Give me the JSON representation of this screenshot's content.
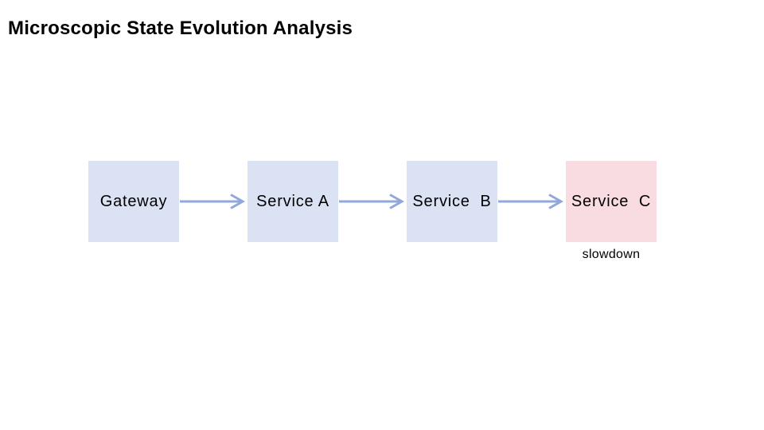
{
  "title": "Microscopic State Evolution Analysis",
  "colors": {
    "background": "#ffffff",
    "node_fill_normal": "#dbe2f4",
    "node_fill_alert": "#f9dce1",
    "arrow": "#92a8dc",
    "text": "#000000"
  },
  "diagram": {
    "nodes": [
      {
        "id": "gateway",
        "label": "Gateway",
        "state": "normal"
      },
      {
        "id": "service-a",
        "label": "Service A",
        "state": "normal"
      },
      {
        "id": "service-b",
        "label": "Service  B",
        "state": "normal"
      },
      {
        "id": "service-c",
        "label": "Service  C",
        "state": "alert",
        "annotation": "slowdown"
      }
    ],
    "edges": [
      {
        "from": "gateway",
        "to": "service-a"
      },
      {
        "from": "service-a",
        "to": "service-b"
      },
      {
        "from": "service-b",
        "to": "service-c"
      }
    ]
  }
}
